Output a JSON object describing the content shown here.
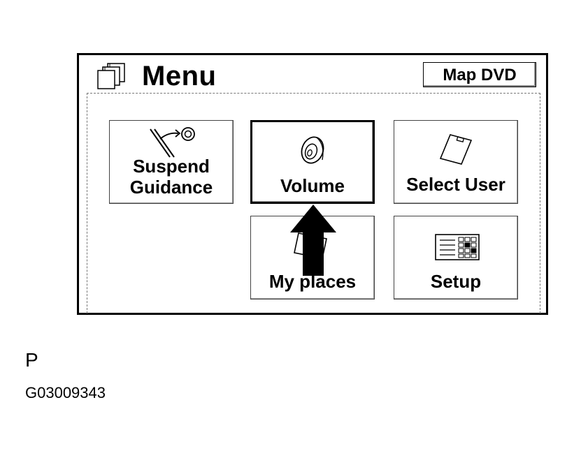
{
  "header": {
    "title": "Menu",
    "title_icon": "menu-pages-icon",
    "map_dvd_label": "Map DVD"
  },
  "menu_items": [
    {
      "label": "Suspend\nGuidance",
      "icon": "suspend-guidance-icon",
      "selected": false
    },
    {
      "label": "Volume",
      "icon": "speaker-icon",
      "selected": true
    },
    {
      "label": "Select User",
      "icon": "user-card-icon",
      "selected": false
    },
    {
      "label": "My places",
      "icon": "my-places-icon",
      "selected": false
    },
    {
      "label": "Setup",
      "icon": "setup-grid-icon",
      "selected": false
    }
  ],
  "indicator": {
    "icon": "up-arrow-icon",
    "color": "#000000"
  },
  "footer": {
    "letter": "P",
    "code": "G03009343"
  }
}
